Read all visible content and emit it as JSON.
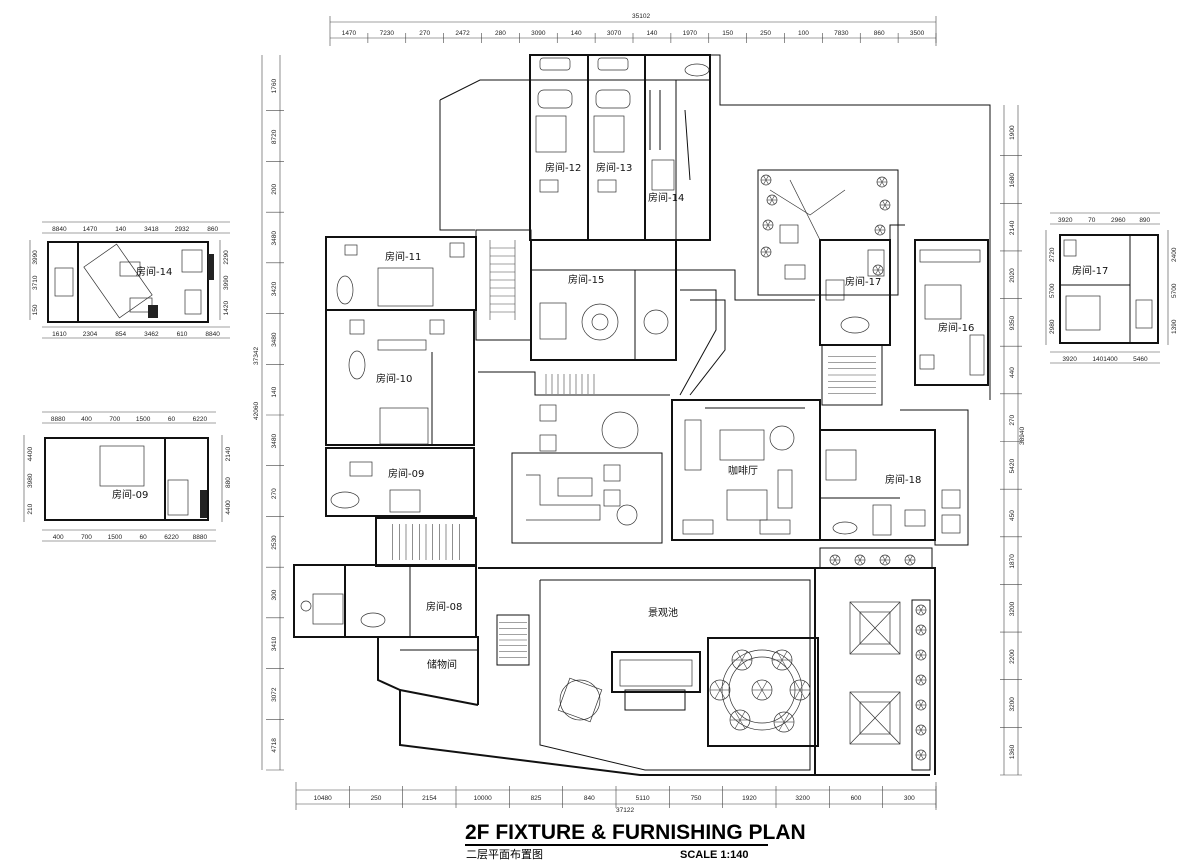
{
  "title": "2F FIXTURE & FURNISHING PLAN",
  "subtitle": "二层平面布置图",
  "scale": "SCALE   1:140",
  "rooms": {
    "r12": "房间-12",
    "r13": "房间-13",
    "r14": "房间-14",
    "r11": "房间-11",
    "r15": "房间-15",
    "r10": "房间-10",
    "r09": "房间-09",
    "r08": "房间-08",
    "r16": "房间-16",
    "r17": "房间-17",
    "r18": "房间-18",
    "cafe": "咖啡厅",
    "pond": "景观池",
    "storage": "储物间"
  },
  "insets": {
    "i14": "房间-14",
    "i09": "房间-09",
    "i17": "房间-17"
  },
  "dims": {
    "top_total": "35102",
    "top": [
      "1470",
      "7230",
      "270",
      "2472",
      "280",
      "3090",
      "140",
      "3070",
      "140",
      "1970",
      "150",
      "250",
      "100",
      "7830",
      "860",
      "3500"
    ],
    "bottom_total": "37122",
    "bottom": [
      "10480",
      "250",
      "2154",
      "10000",
      "825",
      "840",
      "5110",
      "750",
      "1920",
      "3200",
      "600",
      "300"
    ],
    "left_total": "37342",
    "left_total2": "42060",
    "left": [
      "1760",
      "8720",
      "200",
      "3480",
      "3420",
      "3480",
      "140",
      "3480",
      "270",
      "2530",
      "300",
      "3410",
      "3072",
      "4718"
    ],
    "right_total": "38940",
    "right": [
      "1900",
      "1680",
      "2140",
      "2020",
      "9350",
      "440",
      "270",
      "5420",
      "450",
      "1870",
      "3200",
      "2200",
      "3200",
      "1360"
    ],
    "i14_top": [
      "8840",
      "1470",
      "140",
      "3418",
      "2932",
      "860"
    ],
    "i14_bottom": [
      "1610",
      "2304",
      "854",
      "3462",
      "610",
      "8840"
    ],
    "i14_left": [
      "3990",
      "3710",
      "150"
    ],
    "i14_right": [
      "2290",
      "3990",
      "1420"
    ],
    "i09_top": [
      "8880",
      "400",
      "700",
      "1500",
      "60",
      "6220"
    ],
    "i09_bottom": [
      "400",
      "700",
      "1500",
      "60",
      "6220",
      "8880"
    ],
    "i09_left": [
      "4400",
      "3980",
      "210"
    ],
    "i09_right": [
      "2140",
      "880",
      "4400"
    ],
    "i17_top": [
      "3920",
      "70",
      "2960",
      "890"
    ],
    "i17_bottom": [
      "3920",
      "1401400",
      "5460"
    ],
    "i17_left": [
      "2720",
      "5700",
      "2980"
    ],
    "i17_right": [
      "2400",
      "5700",
      "1390"
    ]
  }
}
